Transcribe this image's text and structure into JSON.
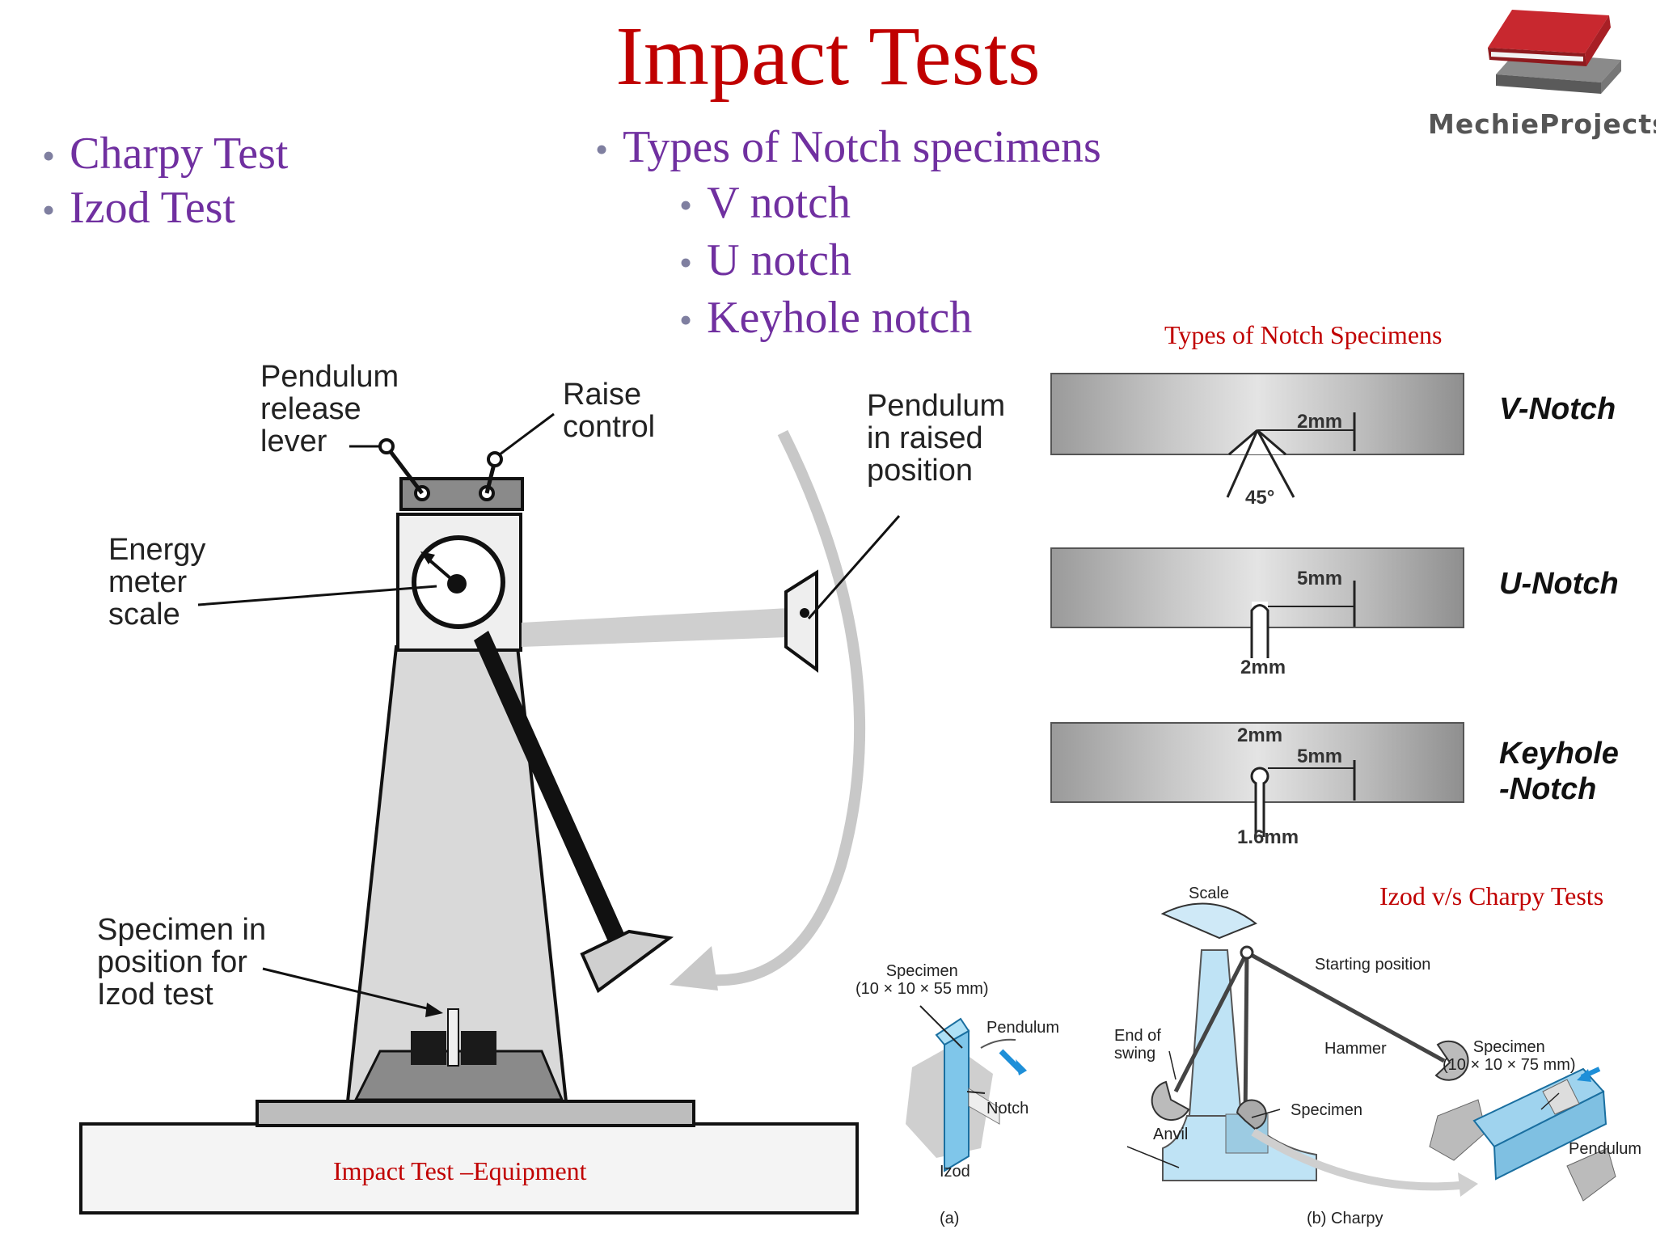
{
  "title": "Impact Tests",
  "logo": {
    "text": "MechieProjects",
    "icon": "book-stack-icon"
  },
  "bullets_left": [
    "Charpy Test",
    "Izod Test"
  ],
  "bullets_notch": {
    "heading": "Types of Notch specimens",
    "items": [
      "V notch",
      "U notch",
      "Keyhole notch"
    ]
  },
  "equipment": {
    "caption": "Impact Test –Equipment",
    "labels": {
      "release_lever": "Pendulum\nrelease\nlever",
      "raise_control": "Raise\ncontrol",
      "raised_position": "Pendulum\nin raised\nposition",
      "energy_scale": "Energy\nmeter\nscale",
      "specimen": "Specimen in\nposition for\nIzod test"
    }
  },
  "notch_specimens": {
    "caption": "Types of Notch Specimens",
    "v": {
      "label": "V-Notch",
      "depth": "2mm",
      "angle": "45°"
    },
    "u": {
      "label": "U-Notch",
      "depth": "5mm",
      "width": "2mm"
    },
    "keyhole": {
      "label": "Keyhole\n-Notch",
      "top": "2mm",
      "depth": "5mm",
      "dia": "1.6mm"
    }
  },
  "izod_charpy": {
    "caption": "Izod v/s Charpy Tests",
    "izod": {
      "specimen": "Specimen\n(10 × 10 × 55 mm)",
      "pendulum": "Pendulum",
      "notch": "Notch",
      "name": "Izod",
      "sub": "(a)"
    },
    "charpy": {
      "scale": "Scale",
      "starting": "Starting position",
      "end_swing": "End of\nswing",
      "hammer": "Hammer",
      "specimen": "Specimen",
      "anvil": "Anvil",
      "specimen2": "Specimen\n(10 × 10 × 75 mm)",
      "pendulum": "Pendulum",
      "sub": "(b) Charpy"
    }
  },
  "colors": {
    "title": "#c00000",
    "bullets": "#7030a0",
    "captions": "#c00000"
  }
}
